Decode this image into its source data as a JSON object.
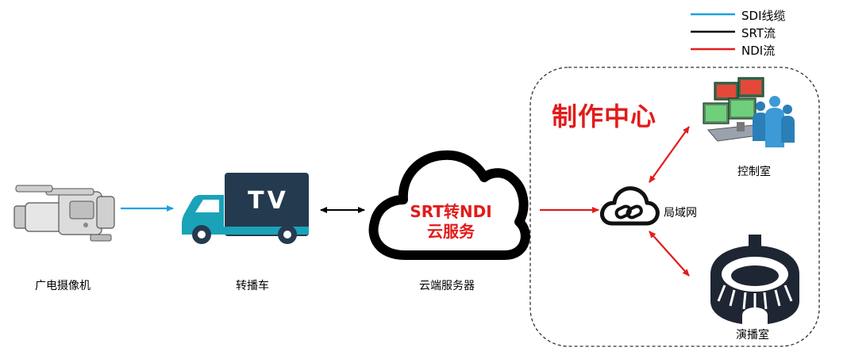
{
  "legend": {
    "items": [
      {
        "label": "SDI线缆",
        "color": "#1aa3e0"
      },
      {
        "label": "SRT流",
        "color": "#000000"
      },
      {
        "label": "NDI流",
        "color": "#e31b1b"
      }
    ]
  },
  "nodes": {
    "camera": {
      "label": "广电摄像机",
      "icon": "broadcast-camera-icon"
    },
    "truck": {
      "label": "转播车",
      "icon": "ob-van-truck-icon",
      "badge": "TV"
    },
    "cloud_server": {
      "label": "云端服务器",
      "icon": "cloud-icon",
      "line1": "SRT转NDI",
      "line2": "云服务"
    },
    "production_center": {
      "title": "制作中心"
    },
    "lan": {
      "label": "局域网",
      "icon": "network-link-icon"
    },
    "control_room": {
      "label": "控制室",
      "icon": "control-room-workstation-icon"
    },
    "studio": {
      "label": "演播室",
      "icon": "stadium-studio-icon"
    }
  },
  "colors": {
    "sdi": "#1aa3e0",
    "srt": "#000000",
    "ndi": "#e31b1b",
    "truck_body": "#243a4f",
    "truck_cab": "#1aa3b8"
  }
}
